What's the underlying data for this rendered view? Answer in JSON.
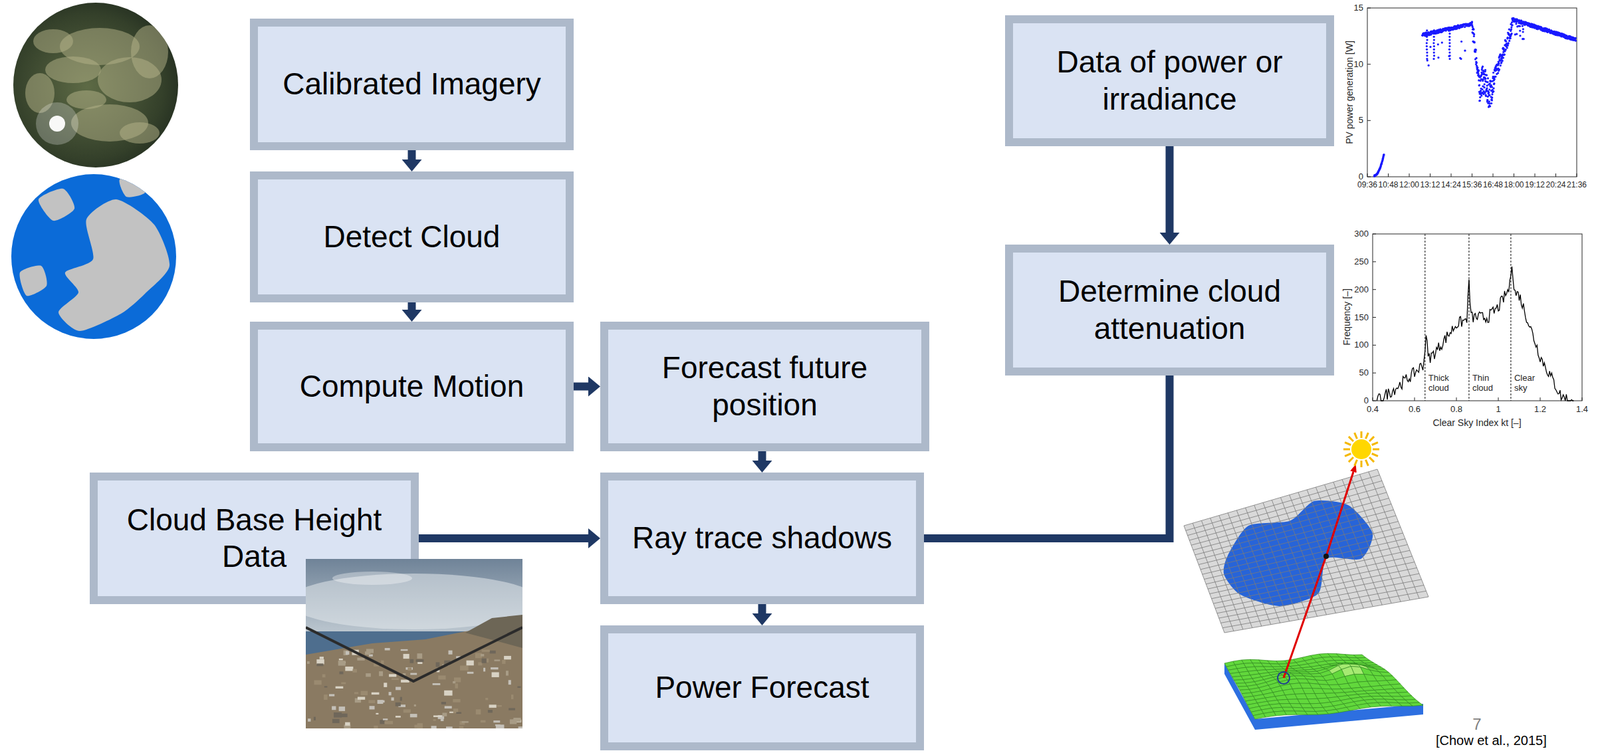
{
  "diagram": {
    "nodes": [
      {
        "text": [
          "Calibrated Imagery"
        ]
      },
      {
        "text": [
          "Detect Cloud"
        ]
      },
      {
        "text": [
          "Compute Motion"
        ]
      },
      {
        "text": [
          "Forecast future position"
        ]
      },
      {
        "text": [
          "Cloud Base Height Data"
        ]
      },
      {
        "text": [
          "Ray trace shadows"
        ]
      },
      {
        "text": [
          "Power Forecast"
        ]
      },
      {
        "text": [
          "Data of power or irradiance"
        ]
      },
      {
        "text": [
          "Determine cloud attenuation"
        ]
      }
    ],
    "edges": [
      {
        "from": 0,
        "to": 1,
        "arrow": "to"
      },
      {
        "from": 1,
        "to": 2,
        "arrow": "to"
      },
      {
        "from": 2,
        "to": 3,
        "arrow": "to"
      },
      {
        "from": 3,
        "to": 5,
        "arrow": "to"
      },
      {
        "from": 4,
        "to": 5,
        "arrow": "to"
      },
      {
        "from": 5,
        "to": 6,
        "arrow": "to"
      },
      {
        "from": 7,
        "to": 8,
        "arrow": "to"
      },
      {
        "from": 8,
        "to": 5,
        "arrow": "none"
      }
    ],
    "labels": [
      "PV power generation [W]",
      "15",
      "10",
      "5",
      "0",
      "09:36",
      "10:48",
      "12:00",
      "13:12",
      "14:24",
      "15:36",
      "16:48",
      "18:00",
      "19:12",
      "20:24",
      "21:36",
      "Frequency [–]",
      "300",
      "250",
      "200",
      "150",
      "100",
      "50",
      "0",
      "0.4",
      "0.6",
      "0.8",
      "1",
      "1.2",
      "1.4",
      "Clear Sky Index kt [–]",
      "Thick cloud",
      "Thin cloud",
      "Clear sky",
      "7",
      "[Chow et al., 2015]"
    ]
  }
}
